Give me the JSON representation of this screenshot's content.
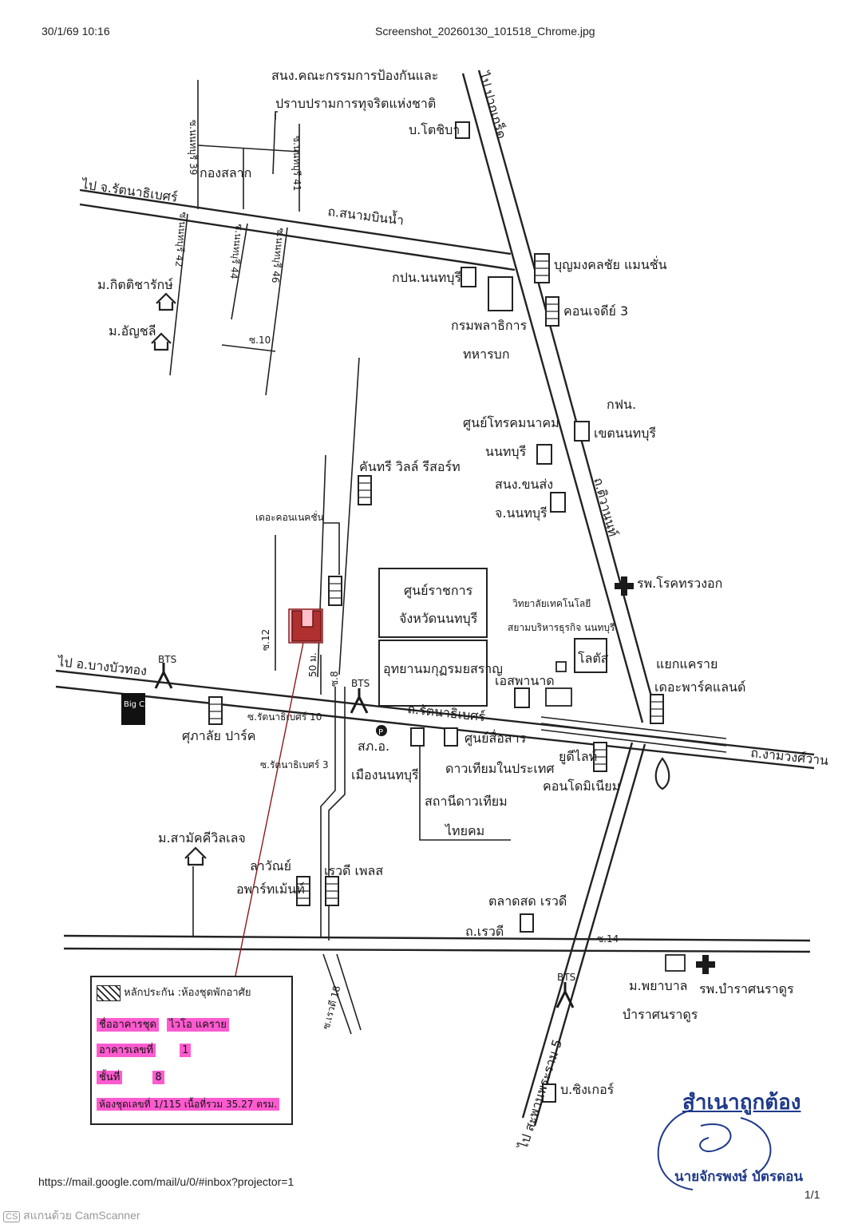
{
  "header": {
    "date_time": "30/1/69 10:16",
    "file_name": "Screenshot_20260130_101518_Chrome.jpg"
  },
  "footer": {
    "url": "https://mail.google.com/mail/u/0/#inbox?projector=1",
    "page": "1/1",
    "scanner": "สแกนด้วย CamScanner",
    "scanner_icon": "CS"
  },
  "map": {
    "labels": {
      "anti_corruption_1": "สนง.คณะกรรมการป้องกันและ",
      "anti_corruption_2": "ปราบปรามการทุจริตแห่งชาติ",
      "to_pakkret": "ไป ปากเกร็ด",
      "to_rattanathibet": "ไป จ.รัตนาธิเบศร์",
      "kong_salak": "กองสลาก",
      "soi_nonthaburi_39": "ซ.นนทบุรี 39",
      "soi_nonthaburi_41": "ซ.นนทบุรี 41",
      "soi_nonthaburi_42": "ซ.นนทบุรี 42",
      "soi_nonthaburi_44": "ซ.นนทบุรี 44",
      "soi_nonthaburi_46": "ซ.นนทบุรี 46",
      "soi_10": "ซ.10",
      "rd_sanam_bin_nam": "ถ.สนามบินน้ำ",
      "bor_toshiba": "บ.โตชิบา",
      "pea_nonthaburi": "กปน.นนทบุรี",
      "army_welfare_1": "กรมพลาธิการ",
      "army_welfare_2": "ทหารบก",
      "boonmongkol": "บุญมงคลชัย แมนชั่น",
      "condo_3": "คอนเจดีย์ 3",
      "mb_kitticharak": "ม.กิตติชารักษ์",
      "mb_anchali": "ม.อัญชลี",
      "pea_office_1": "กฟน.",
      "pea_office_2": "เขตนนทบุรี",
      "tot_center_1": "ศูนย์โทรคมนาคม",
      "tot_center_2": "นนทบุรี",
      "office_1": "สนง.ขนส่ง",
      "office_2": "จ.นนทบุรี",
      "rd_tiwanon": "ถ.ติวานนท์",
      "country_villa": "คันทรี วิลล์ รีสอร์ท",
      "the_connection": "เดอะคอนเนคชั่น",
      "gov_center_1": "ศูนย์ราชการ",
      "gov_center_2": "จังหวัดนนทบุรี",
      "park": "อุทยานมกุฏรมยสราญ",
      "hosp_chest": "รพ.โรคทรวงอก",
      "college_1": "วิทยาลัยเทคโนโลยี",
      "college_2": "สยามบริหารธุรกิจ นนทบุรี",
      "lotus": "โลตัส",
      "esplanade": "เอสพานาด",
      "khae_rai_junction": "แยกแคราย",
      "the_park_land": "เดอะพาร์คแลนด์",
      "to_bang_bua_thong": "ไป อ.บางบัวทอง",
      "soi_12": "ซ.12",
      "soi_8": "ซ.8",
      "dist_50m": "50 ม.",
      "rd_rattanathibet": "ถ.รัตนาธิเบศร์",
      "soi_rattanathibet_10": "ซ.รัตนาธิเบศร์ 10",
      "soi_rattanathibet_3": "ซ.รัตนาธิเบศร์ 3",
      "suphalai_park": "ศุภาลัย ปาร์ค",
      "police_1": "สภ.อ.",
      "police_2": "เมืองนนทบุรี",
      "thaicom_center_1": "ศูนย์สื่อสาร",
      "thaicom_center_2": "ดาวเทียมในประเทศ",
      "thaicom_station_1": "สถานีดาวเทียม",
      "thaicom_station_2": "ไทยคม",
      "rd_ngamwongwan": "ถ.งามวงศ์วาน",
      "u_delight_1": "ยูดีไลท์",
      "u_delight_2": "คอนโดมิเนียม",
      "mb_samakkhi": "ม.สามัคคีวิลเลจ",
      "lawan_1": "ลาวัณย์",
      "lawan_2": "อพาร์ทเม้นท์",
      "rewadee_place": "เรวดี เพลส",
      "rewadee_market": "ตลาดสด เรวดี",
      "rd_rewadee": "ถ.เรวดี",
      "soi_14": "ซ.14",
      "soi_rewadee_18": "ซ.เรวดี 18",
      "to_sanambinnam": "ไป สะพานพระราม 5",
      "bamrasnaradura_1": "ม.พยาบาล",
      "bamrasnaradura_2": "บำราศนราดูร",
      "hosp_bamras": "รพ.บำราศนราดูร",
      "bor_singer": "บ.ซิงเกอร์",
      "big_c": "Big C",
      "bts": "BTS"
    }
  },
  "legend": {
    "title": "หลักประกัน :ห้องชุดพักอาศัย",
    "building_name_label": "ชื่ออาคารชุด",
    "building_name_value": "ไวโอ แคราย",
    "building_no_label": "อาคารเลขที่",
    "building_no_value": "1",
    "floor_label": "ชั้นที่",
    "floor_value": "8",
    "unit_text": "ห้องชุดเลขที่ 1/115 เนื้อที่รวม 35.27 ตรม."
  },
  "stamp": {
    "certified": "สำเนาถูกต้อง",
    "signer": "นายจักรพงษ์ บัตรดอน"
  },
  "colors": {
    "highlight": "#ff5bd0",
    "site": "#c0392b",
    "stamp": "#1f3a8a"
  }
}
